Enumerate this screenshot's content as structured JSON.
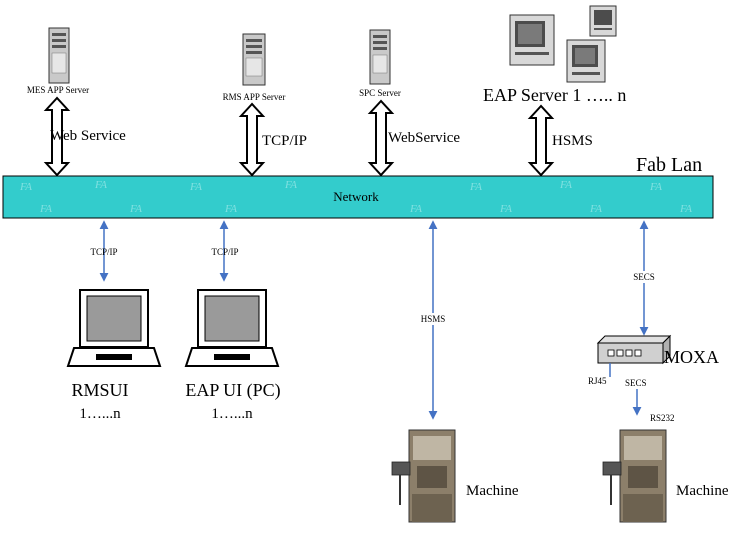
{
  "network": {
    "lan_label": "Fab Lan",
    "bus_label": "Network",
    "watermark": "FA",
    "bus_color": "#33CCCC"
  },
  "servers": [
    {
      "label": "MES APP Server",
      "link": "Web Service"
    },
    {
      "label": "RMS APP Server",
      "link": "TCP/IP"
    },
    {
      "label": "SPC Server",
      "link": "WebService"
    },
    {
      "label": "EAP Server 1 ….. n",
      "link": "HSMS"
    }
  ],
  "clients": [
    {
      "link": "TCP/IP",
      "line1": "RMSUI",
      "line2": "1…...n"
    },
    {
      "link": "TCP/IP",
      "line1": "EAP UI (PC)",
      "line2": "1…...n"
    }
  ],
  "machines": [
    {
      "link": "HSMS",
      "label": "Machine"
    },
    {
      "link": "SECS",
      "label": "Machine"
    }
  ],
  "moxa": {
    "label": "MOXA",
    "port_left": "RJ45",
    "port_link": "SECS",
    "port_right": "RS232"
  },
  "colors": {
    "thin_arrow": "#4472C4",
    "block_arrow": "#000000"
  }
}
